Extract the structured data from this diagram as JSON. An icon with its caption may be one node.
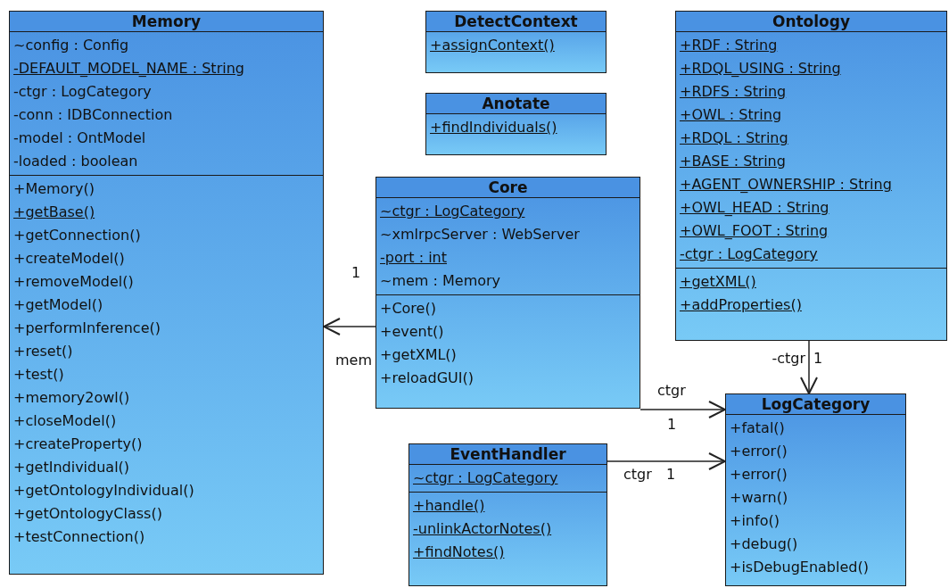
{
  "diagram": {
    "nodes": [
      {
        "text": [
          "Memory",
          "~config : Config",
          "-DEFAULT_MODEL_NAME : String",
          "-ctgr : LogCategory",
          "-conn : IDBConnection",
          "-model : OntModel",
          "-loaded : boolean",
          "+Memory()",
          "+getBase()",
          "+getConnection()",
          "+createModel()",
          "+removeModel()",
          "+getModel()",
          "+performInference()",
          "+reset()",
          "+test()",
          "+memory2owl()",
          "+closeModel()",
          "+createProperty()",
          "+getIndividual()",
          "+getOntologyIndividual()",
          "+getOntologyClass()",
          "+testConnection()"
        ]
      },
      {
        "text": [
          "DetectContext",
          "+assignContext()"
        ]
      },
      {
        "text": [
          "Anotate",
          "+findIndividuals()"
        ]
      },
      {
        "text": [
          "Ontology",
          "+RDF : String",
          "+RDQL_USING : String",
          "+RDFS : String",
          "+OWL : String",
          "+RDQL : String",
          "+BASE : String",
          "+AGENT_OWNERSHIP : String",
          "+OWL_HEAD : String",
          "+OWL_FOOT : String",
          "-ctgr : LogCategory",
          "+getXML()",
          "+addProperties()"
        ]
      },
      {
        "text": [
          "Core",
          "~ctgr : LogCategory",
          "~xmlrpcServer : WebServer",
          "-port : int",
          "~mem : Memory",
          "+Core()",
          "+event()",
          "+getXML()",
          "+reloadGUI()"
        ]
      },
      {
        "text": [
          "EventHandler",
          "~ctgr : LogCategory",
          "+handle()",
          "-unlinkActorNotes()",
          "+findNotes()"
        ]
      },
      {
        "text": [
          "LogCategory",
          "+fatal()",
          "+error()",
          "+error()",
          "+warn()",
          "+info()",
          "+debug()",
          "+isDebugEnabled()"
        ]
      }
    ],
    "edges": [
      {
        "from": 4,
        "to": 0,
        "arrow": "to",
        "label": "mem"
      },
      {
        "from": 3,
        "to": 6,
        "arrow": "to",
        "label": "-ctgr"
      },
      {
        "from": 4,
        "to": 6,
        "arrow": "to",
        "label": "ctgr"
      },
      {
        "from": 5,
        "to": 6,
        "arrow": "to",
        "label": "ctgr"
      }
    ],
    "labels": [
      "1",
      "1",
      "1",
      "1"
    ]
  }
}
